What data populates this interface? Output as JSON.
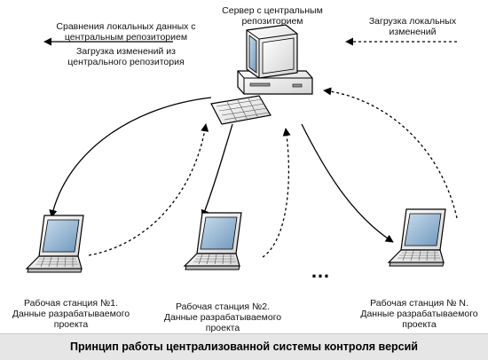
{
  "server": {
    "label": "Сервер с центральным\nрепозиторием",
    "icon": "desktop-computer-icon"
  },
  "left_arrow_labels": {
    "compare": "Сравнения локальных данных с\nцентральным репозиторием",
    "download": "Загрузка изменений из\nцентрального репозитория"
  },
  "right_arrow_label": "Загрузка локальных\nизменений",
  "workstations": [
    {
      "label": "Рабочая станция №1.\nДанные разрабатываемого\nпроекта",
      "icon": "laptop-icon"
    },
    {
      "label": "Рабочая станция №2.\nДанные разрабатываемого\nпроекта",
      "icon": "laptop-icon"
    },
    {
      "label": "Рабочая станция № N.\nДанные разрабатываемого\nпроекта",
      "icon": "laptop-icon"
    }
  ],
  "ellipsis": "…",
  "caption": "Принцип работы централизованной системы контроля версий",
  "colors": {
    "outline": "#000000",
    "screen": "#8fb3cf",
    "chassis": "#ececec",
    "caption_bg": "#e6e6e6"
  }
}
